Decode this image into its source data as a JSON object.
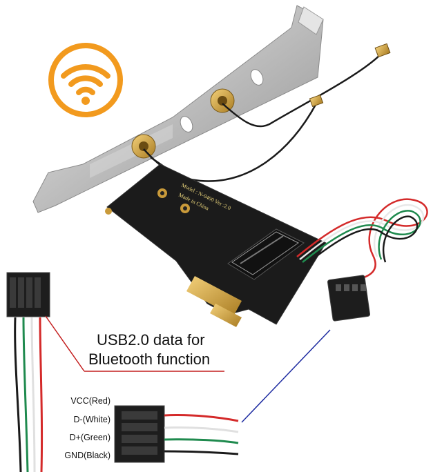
{
  "caption": {
    "line1": "USB2.0 data for",
    "line2": "Bluetooth function"
  },
  "pinout": [
    {
      "label": "VCC(Red)",
      "color": "#d42a2a"
    },
    {
      "label": "D-(White)",
      "color": "#e8e8e8"
    },
    {
      "label": "D+(Green)",
      "color": "#1f8a4e"
    },
    {
      "label": "GND(Black)",
      "color": "#1a1a1a"
    }
  ],
  "board_silkscreen": {
    "model": "Model : N-0400 Ver :2.0",
    "made_in": "Made in China"
  },
  "icons": [
    "wifi-icon"
  ],
  "colors": {
    "wifi_orange": "#f29a1e",
    "pcb_black": "#1b1b1b",
    "gold": "#d4a944",
    "bracket_silver": "#c9c9c9"
  }
}
